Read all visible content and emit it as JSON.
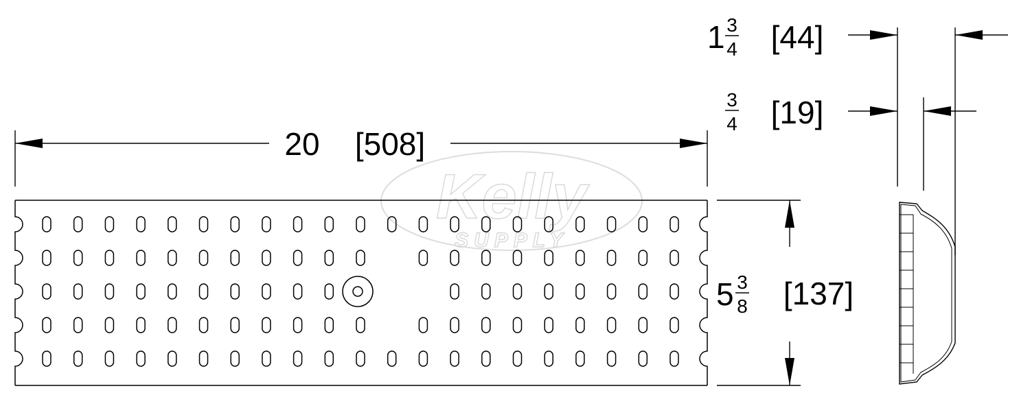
{
  "dimensions": {
    "length": {
      "whole": "20",
      "metric": "[508]"
    },
    "width": {
      "whole": "5",
      "numerator": "3",
      "denominator": "8",
      "metric": "[137]"
    },
    "overall_height": {
      "whole": "1",
      "numerator": "3",
      "denominator": "4",
      "metric": "[44]"
    },
    "grate_thickness": {
      "numerator": "3",
      "denominator": "4",
      "metric": "[19]"
    }
  },
  "watermark": {
    "brand": "Kelly",
    "sub": "SUPPLY"
  },
  "grate": {
    "slot_columns": 21,
    "slot_rows": 5,
    "center_boss": true
  }
}
